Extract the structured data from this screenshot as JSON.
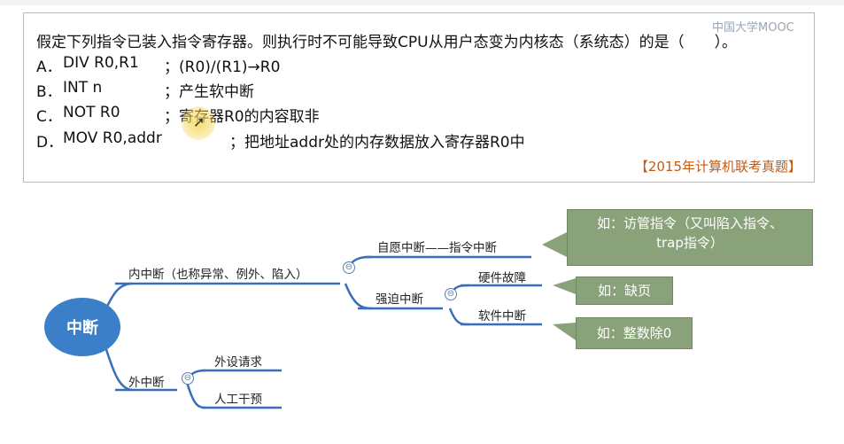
{
  "question": {
    "stem": "假定下列指令已装入指令寄存器。则执行时不可能导致CPU从用户态变为内核态（系统态）的是（　　）。",
    "options": [
      {
        "letter": "A．",
        "instr": "DIV R0,R1",
        "comment": "；(R0)/(R1)→R0"
      },
      {
        "letter": "B．",
        "instr": "INT n",
        "comment": "；产生软中断"
      },
      {
        "letter": "C．",
        "instr": "NOT R0",
        "comment": "；寄存器R0的内容取非"
      },
      {
        "letter": "D．",
        "instr": "MOV R0,addr",
        "comment": "；把地址addr处的内存数据放入寄存器R0中"
      }
    ],
    "source": "【2015年计算机联考真题】"
  },
  "watermark": "中国大学MOOC",
  "mindmap": {
    "root": "中断",
    "internal": "内中断（也称异常、例外、陷入）",
    "voluntary": "自愿中断——指令中断",
    "forced": "强迫中断",
    "hardware_fault": "硬件故障",
    "software_interrupt": "软件中断",
    "external": "外中断",
    "peripheral_request": "外设请求",
    "manual_intervention": "人工干预",
    "collapse_glyph": "⊖"
  },
  "callouts": {
    "supervisor": {
      "line1": "如：访管指令（又叫陷入指令、",
      "line2": "trap指令）"
    },
    "page_fault": "如：缺页",
    "divide_zero": "如：整数除0"
  },
  "colors": {
    "root_fill": "#3a7fc8",
    "branch_line": "#3a6fb8",
    "callout_fill": "#8aa27a",
    "source_text": "#c55a11"
  }
}
